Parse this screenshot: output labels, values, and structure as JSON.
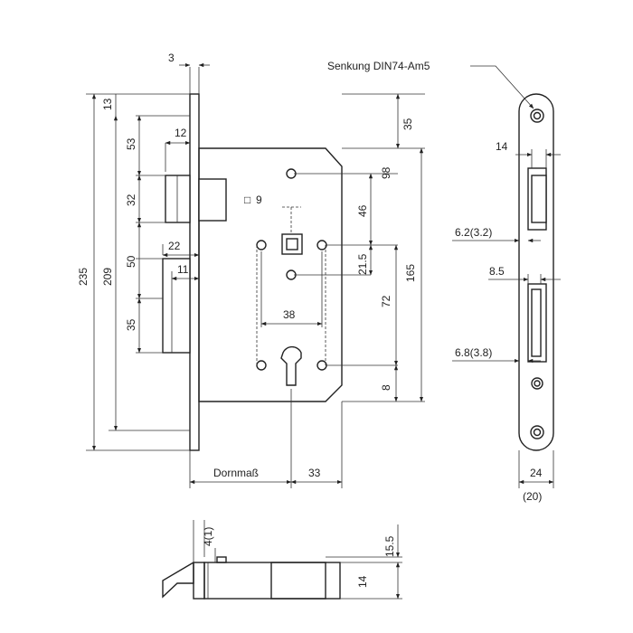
{
  "labels": {
    "countersink": "Senkung DIN74-Am5",
    "d3": "3",
    "d13": "13",
    "d35_top": "35",
    "d53": "53",
    "d12": "12",
    "d98": "98",
    "d32": "32",
    "d46": "46",
    "sq9": "9",
    "d235": "235",
    "d209": "209",
    "d21_5": "21.5",
    "d22": "22",
    "d50": "50",
    "d11": "11",
    "d72": "72",
    "d165": "165",
    "d35_low": "35",
    "d38": "38",
    "d8": "8",
    "dornmass": "Dornmaß",
    "d33": "33",
    "d14_side": "14",
    "d6_2": "6.2(3.2)",
    "d8_5": "8.5",
    "d6_8": "6.8(3.8)",
    "d24": "24",
    "d20": "(20)",
    "d4_1": "4(1)",
    "d15_5": "15.5",
    "d14_bottom": "14"
  },
  "colors": {
    "line": "#222222",
    "background": "#ffffff"
  }
}
